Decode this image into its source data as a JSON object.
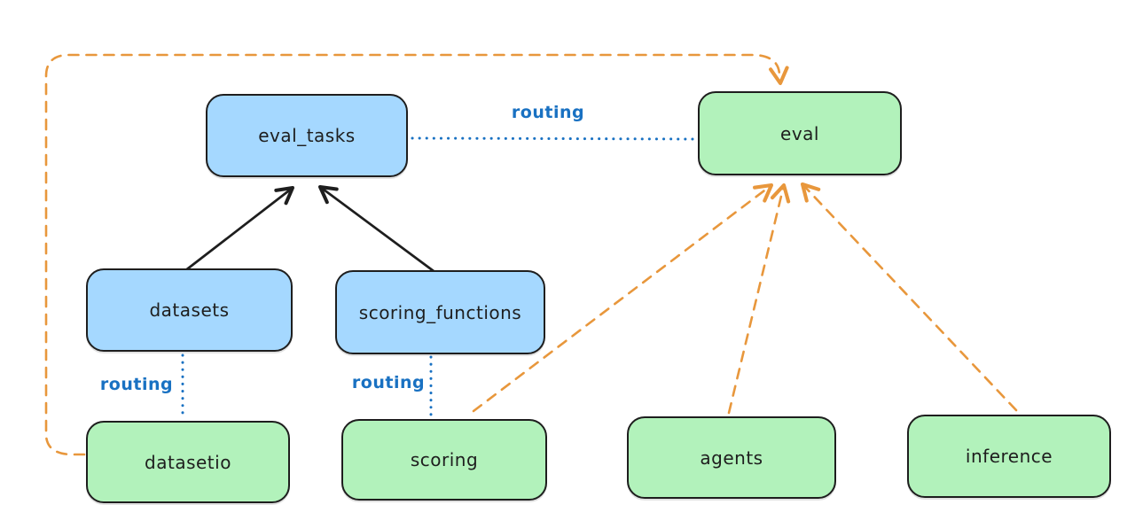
{
  "diagram": {
    "background_color": "#ffffff",
    "colors": {
      "node_border": "#1e1e1e",
      "blue_node_fill": "#a5d8ff",
      "green_node_fill": "#b2f2bb",
      "routing_blue": "#1971c2",
      "orange_dashed": "#e8973c",
      "black_arrow": "#1e1e1e"
    },
    "nodes": [
      {
        "id": "eval_tasks",
        "label": "eval_tasks",
        "fill": "blue"
      },
      {
        "id": "eval",
        "label": "eval",
        "fill": "green"
      },
      {
        "id": "datasets",
        "label": "datasets",
        "fill": "blue"
      },
      {
        "id": "scoring_functions",
        "label": "scoring_functions",
        "fill": "blue"
      },
      {
        "id": "datasetio",
        "label": "datasetio",
        "fill": "green"
      },
      {
        "id": "scoring",
        "label": "scoring",
        "fill": "green"
      },
      {
        "id": "agents",
        "label": "agents",
        "fill": "green"
      },
      {
        "id": "inference",
        "label": "inference",
        "fill": "green"
      }
    ],
    "edges": [
      {
        "from": "datasets",
        "to": "eval_tasks",
        "style": "solid-black-arrow",
        "label": ""
      },
      {
        "from": "scoring_functions",
        "to": "eval_tasks",
        "style": "solid-black-arrow",
        "label": ""
      },
      {
        "from": "eval_tasks",
        "to": "eval",
        "style": "dotted-blue",
        "label": "routing"
      },
      {
        "from": "datasets",
        "to": "datasetio",
        "style": "dotted-blue",
        "label": "routing"
      },
      {
        "from": "scoring_functions",
        "to": "scoring",
        "style": "dotted-blue",
        "label": "routing"
      },
      {
        "from": "datasetio",
        "to": "eval",
        "style": "dashed-orange-arrow",
        "label": ""
      },
      {
        "from": "scoring",
        "to": "eval",
        "style": "dashed-orange-arrow",
        "label": ""
      },
      {
        "from": "agents",
        "to": "eval",
        "style": "dashed-orange-arrow",
        "label": ""
      },
      {
        "from": "inference",
        "to": "eval",
        "style": "dashed-orange-arrow",
        "label": ""
      }
    ]
  }
}
